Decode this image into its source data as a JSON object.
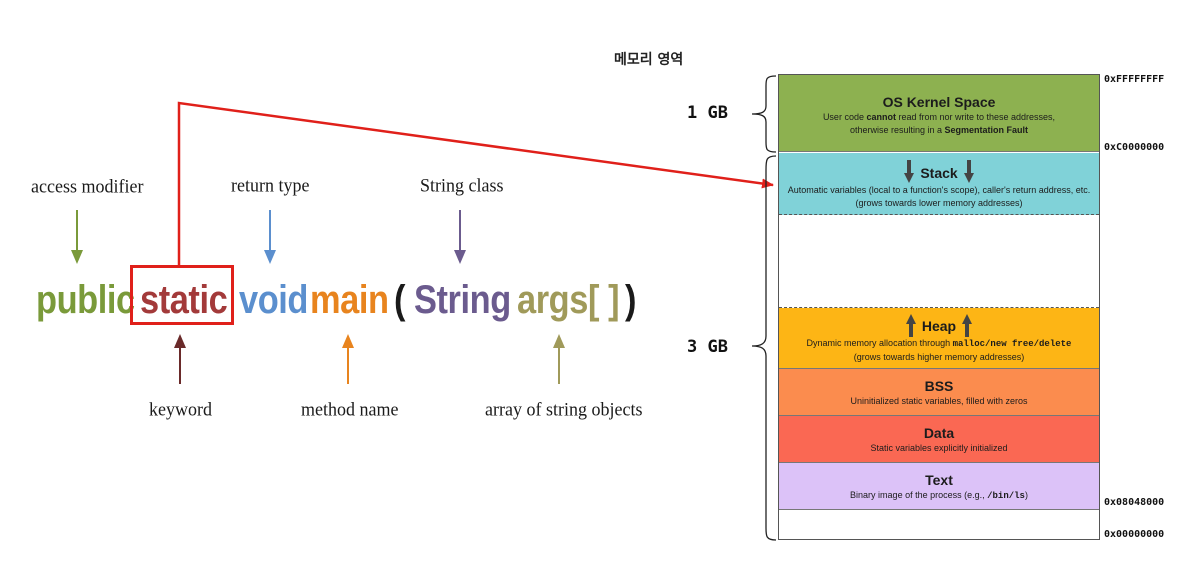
{
  "java_signature": {
    "tokens": {
      "public": "public",
      "static": "static",
      "void": "void",
      "main": "main",
      "open_paren": "(",
      "string": "String",
      "args": "args[ ]",
      "close_paren": ")"
    },
    "labels": {
      "access_modifier": "access modifier",
      "return_type": "return type",
      "string_class": "String class",
      "keyword": "keyword",
      "method_name": "method name",
      "array_of_string_objects": "array of string objects"
    },
    "colors": {
      "public": "#7a9a3a",
      "static": "#a33a3a",
      "void": "#5b8fce",
      "main": "#e8841e",
      "string": "#6b5b8e",
      "args": "#a09a5a",
      "highlight": "#e0201a"
    }
  },
  "memory_layout": {
    "title": "메모리 영역",
    "sizes": {
      "kernel": "1 GB",
      "user": "3 GB"
    },
    "addresses": {
      "top": "0xFFFFFFFF",
      "kernel_start": "0xC0000000",
      "text_start": "0x08048000",
      "bottom": "0x00000000"
    },
    "segments": {
      "kernel": {
        "title": "OS Kernel Space",
        "desc_a": "User code ",
        "desc_b": "cannot",
        "desc_c": " read from nor write to these addresses,",
        "desc_d": "otherwise resulting in a ",
        "desc_e": "Segmentation Fault",
        "color": "#8db150"
      },
      "stack": {
        "title": "Stack",
        "desc1": "Automatic variables (local to a function's scope), caller's return address, etc.",
        "desc2": "(grows towards lower memory addresses)",
        "color": "#80d2d8"
      },
      "heap": {
        "title": "Heap",
        "desc_a": "Dynamic memory allocation through ",
        "desc_b": "malloc/new free/delete",
        "desc2": "(grows towards higher memory addresses)",
        "color": "#fdb515"
      },
      "bss": {
        "title": "BSS",
        "desc": "Uninitialized static variables, filled with zeros",
        "color": "#fb8c4e"
      },
      "data": {
        "title": "Data",
        "desc": "Static variables explicitly initialized",
        "color": "#fa6853"
      },
      "text": {
        "title": "Text",
        "desc_a": "Binary image of the process (e.g., ",
        "desc_b": "/bin/ls",
        "desc_c": ")",
        "color": "#dcc2f8"
      }
    }
  }
}
